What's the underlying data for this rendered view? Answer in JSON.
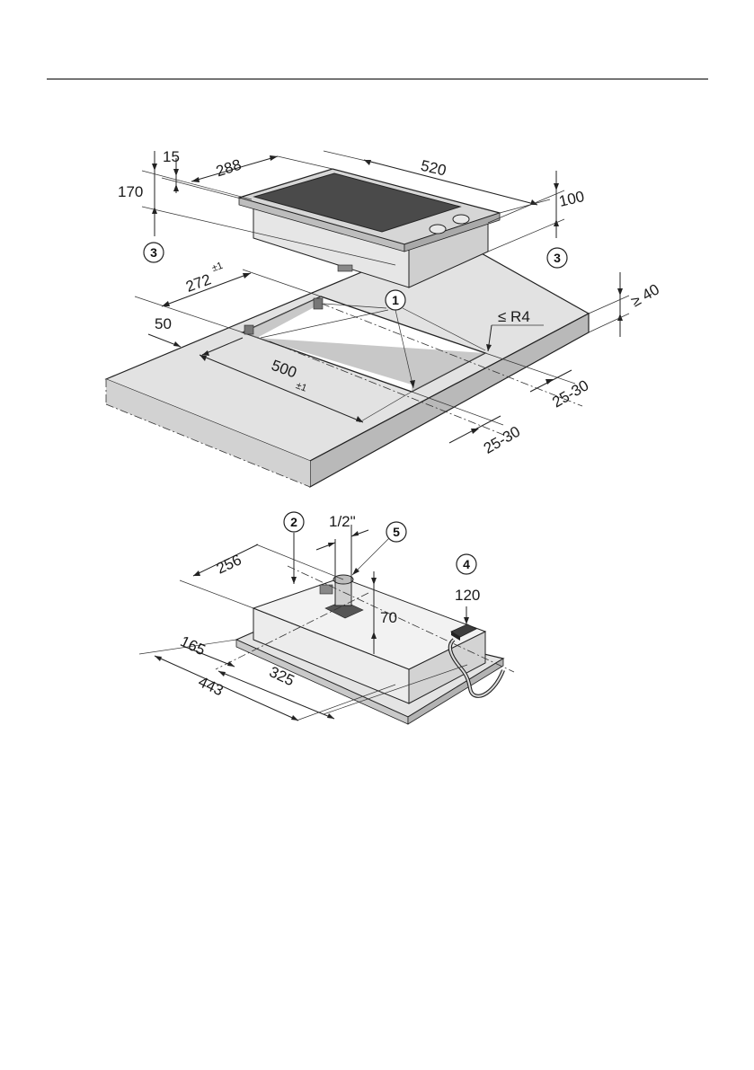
{
  "dimensions": {
    "d15": "15",
    "d288": "288",
    "d520": "520",
    "d170": "170",
    "d100": "100",
    "d272": "272",
    "d272_tol": "±1",
    "d50": "50",
    "d500": "500",
    "d500_tol": "±1",
    "r4": "≤ R4",
    "ge40": "≥ 40",
    "d25_30_right": "25-30",
    "d25_30_front": "25-30",
    "half_inch": "1/2\"",
    "d256": "256",
    "d120": "120",
    "d70": "70",
    "d165": "165",
    "d325": "325",
    "d443": "443"
  },
  "callouts": {
    "c1": "1",
    "c2": "2",
    "c3_left": "3",
    "c3_right": "3",
    "c4": "4",
    "c5": "5"
  },
  "colors": {
    "worktop_fill": "#e2e2e2",
    "worktop_edge": "#b9b9b9",
    "hob_glass": "#4a4a4a",
    "body_fill": "#ececec"
  }
}
